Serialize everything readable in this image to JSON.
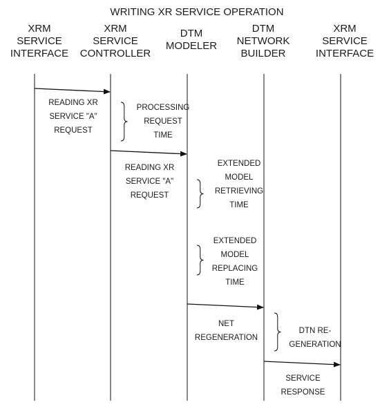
{
  "title": "WRITING XR SERVICE OPERATION",
  "lanes": [
    {
      "lines": [
        "XRM",
        "SERVICE",
        "INTERFACE"
      ]
    },
    {
      "lines": [
        "XRM",
        "SERVICE",
        "CONTROLLER"
      ]
    },
    {
      "lines": [
        "DTM",
        "MODELER"
      ]
    },
    {
      "lines": [
        "DTM",
        "NETWORK",
        "BUILDER"
      ]
    },
    {
      "lines": [
        "XRM",
        "SERVICE",
        "INTERFACE"
      ]
    }
  ],
  "messages": [
    {
      "from": 0,
      "to": 1,
      "lines": [
        "READING XR",
        "SERVICE \"A\"",
        "REQUEST"
      ]
    },
    {
      "from": 1,
      "to": 2,
      "lines": [
        "READING XR",
        "SERVICE \"A\"",
        "REQUEST"
      ]
    },
    {
      "from": 2,
      "to": 3,
      "lines": [
        "NET",
        "REGENERATION"
      ]
    },
    {
      "from": 3,
      "to": 4,
      "lines": [
        "SERVICE",
        "RESPONSE"
      ]
    }
  ],
  "durations": [
    {
      "lane": 1,
      "lines": [
        "PROCESSING",
        "REQUEST",
        "TIME"
      ]
    },
    {
      "lane": 2,
      "lines": [
        "EXTENDED",
        "MODEL",
        "RETRIEVING",
        "TIME"
      ]
    },
    {
      "lane": 2,
      "lines": [
        "EXTENDED",
        "MODEL",
        "REPLACING",
        "TIME"
      ]
    },
    {
      "lane": 3,
      "lines": [
        "DTN RE-",
        "GENERATION"
      ]
    }
  ]
}
